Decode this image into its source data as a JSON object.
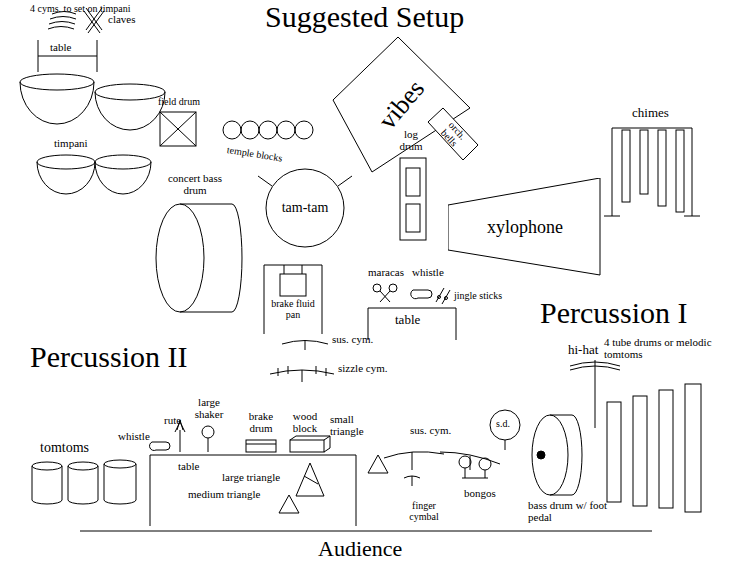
{
  "diagram": {
    "title": "Suggested Setup",
    "nodes": [
      {
        "text": [
          "vibes"
        ]
      },
      {
        "text": [
          "orch. bells"
        ]
      },
      {
        "text": [
          "tam-tam"
        ]
      },
      {
        "text": [
          "xylophone"
        ]
      }
    ],
    "labels": [
      "4 cyms. to set on timpani",
      "claves",
      "table",
      "field drum",
      "timpani",
      "temple blocks",
      "concert bass drum",
      "log drum",
      "chimes",
      "maracas",
      "whistle",
      "jingle sticks",
      "table",
      "Percussion I",
      "Percussion II",
      "brake fluid pan",
      "sus. cym.",
      "sizzle cym.",
      "hi-hat",
      "4 tube drums or melodic tomtoms",
      "tomtoms",
      "whistle",
      "rute",
      "large shaker",
      "brake drum",
      "wood block",
      "small triangle",
      "table",
      "large triangle",
      "medium triangle",
      "sus. cym.",
      "s.d.",
      "finger cymbal",
      "bongos",
      "bass drum w/ foot pedal",
      "Audience"
    ]
  }
}
